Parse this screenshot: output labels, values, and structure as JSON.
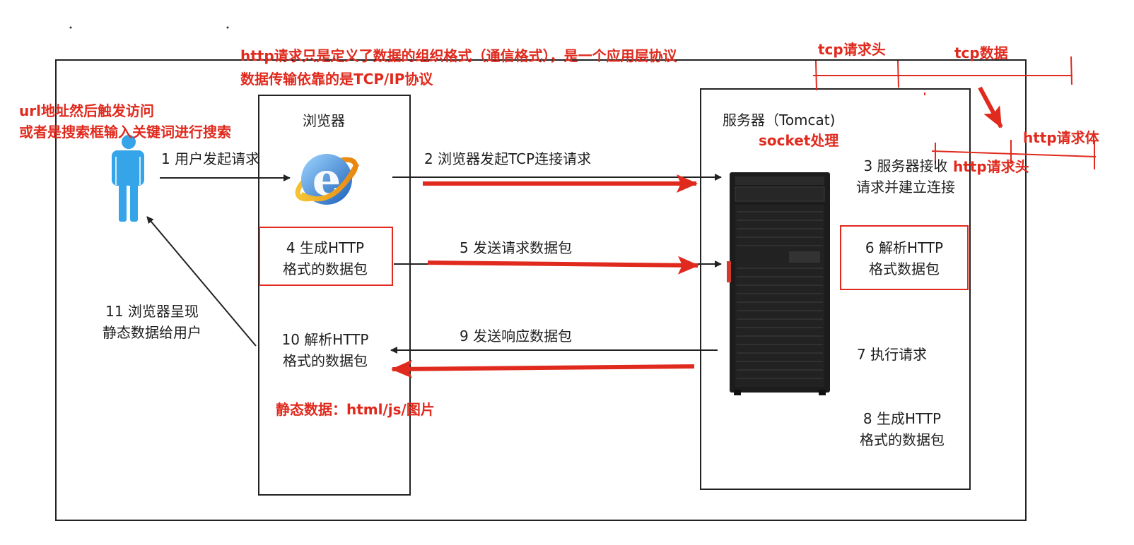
{
  "colors": {
    "accent_red": "#e02a1e",
    "line": "#222222",
    "person_blue": "#35a4e8"
  },
  "notes": {
    "http_line1": "http请求只是定义了数据的组织格式（通信格式），是一个应用层协议",
    "http_line2": "数据传输依靠的是TCP/IP协议",
    "url_line1": "url地址然后触发访问",
    "url_line2": "或者是搜索框输入关键词进行搜索",
    "tcp_header": "tcp请求头",
    "tcp_data": "tcp数据",
    "http_body": "http请求体",
    "http_header": "http请求头",
    "socket": "socket处理",
    "static_data": "静态数据：html/js/图片"
  },
  "browser": {
    "title": "浏览器",
    "step4_line1": "4 生成HTTP",
    "step4_line2": "格式的数据包",
    "step10_line1": "10 解析HTTP",
    "step10_line2": "格式的数据包"
  },
  "server": {
    "title": "服务器（Tomcat)",
    "step3_line1": "3 服务器接收",
    "step3_line2": "请求并建立连接",
    "step6_line1": "6 解析HTTP",
    "step6_line2": "格式数据包",
    "step7": "7 执行请求",
    "step8_line1": "8 生成HTTP",
    "step8_line2": "格式的数据包"
  },
  "flows": {
    "step1": "1 用户发起请求",
    "step2": "2 浏览器发起TCP连接请求",
    "step5": "5 发送请求数据包",
    "step9": "9 发送响应数据包",
    "step11_line1": "11 浏览器呈现",
    "step11_line2": "静态数据给用户"
  },
  "icons": {
    "person": "person-icon",
    "browser": "internet-explorer-icon",
    "server": "tower-server-icon"
  }
}
